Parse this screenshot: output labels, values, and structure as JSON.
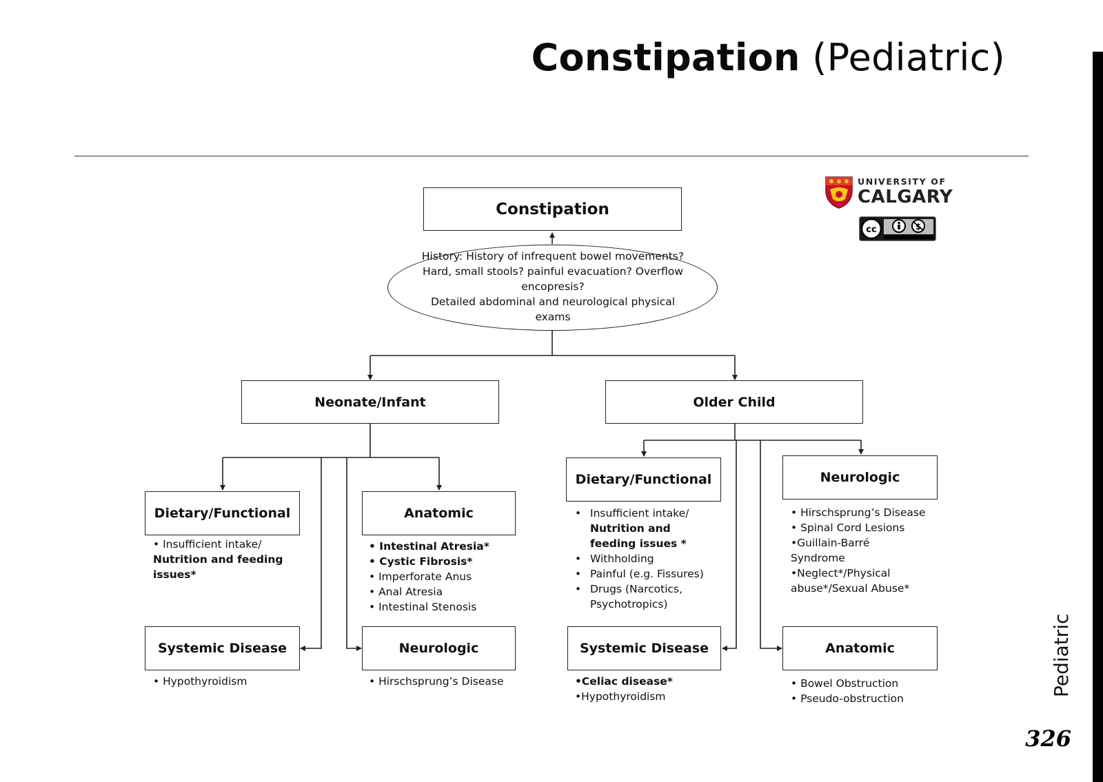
{
  "header": {
    "title_bold": "Constipation",
    "title_light": "(Pediatric)"
  },
  "side_label": "Pediatric",
  "page_number": "326",
  "logo": {
    "line1": "UNIVERSITY OF",
    "line2": "CALGARY",
    "license_icon": "cc-by-nc-icon"
  },
  "colors": {
    "stroke": "#222222",
    "logo_red": "#c8102e",
    "logo_gold": "#ffcd00"
  },
  "diagram": {
    "root": "Constipation",
    "history": [
      "History: History of infrequent bowel movements?",
      "Hard, small stools? painful evacuation? Overflow",
      "encopresis?",
      "Detailed abdominal and neurological physical",
      "exams"
    ],
    "neonate": {
      "label": "Neonate/Infant",
      "dietary": {
        "label": "Dietary/Functional",
        "items": [
          "• Insufficient intake/",
          "Nutrition and feeding",
          "issues*"
        ]
      },
      "anatomic": {
        "label": "Anatomic",
        "items": [
          "• Intestinal Atresia*",
          "• Cystic Fibrosis*",
          "• Imperforate Anus",
          "• Anal Atresia",
          "• Intestinal Stenosis"
        ]
      },
      "systemic": {
        "label": "Systemic Disease",
        "items": [
          "• Hypothyroidism"
        ]
      },
      "neurologic": {
        "label": "Neurologic",
        "items": [
          "• Hirschsprung’s Disease"
        ]
      }
    },
    "older": {
      "label": "Older Child",
      "dietary": {
        "label": "Dietary/Functional",
        "items": [
          "Insufficient intake/",
          "Nutrition and",
          "feeding issues *",
          "Withholding",
          "Painful (e.g. Fissures)",
          "Drugs (Narcotics,",
          "Psychotropics)"
        ]
      },
      "neurologic": {
        "label": "Neurologic",
        "items": [
          "• Hirschsprung’s Disease",
          "• Spinal Cord Lesions",
          "•Guillain-Barré",
          "Syndrome",
          "•Neglect*/Physical",
          "abuse*/Sexual Abuse*"
        ]
      },
      "systemic": {
        "label": "Systemic Disease",
        "items": [
          "•Celiac disease*",
          "•Hypothyroidism"
        ]
      },
      "anatomic": {
        "label": "Anatomic",
        "items": [
          "• Bowel Obstruction",
          "• Pseudo-obstruction"
        ]
      }
    }
  }
}
